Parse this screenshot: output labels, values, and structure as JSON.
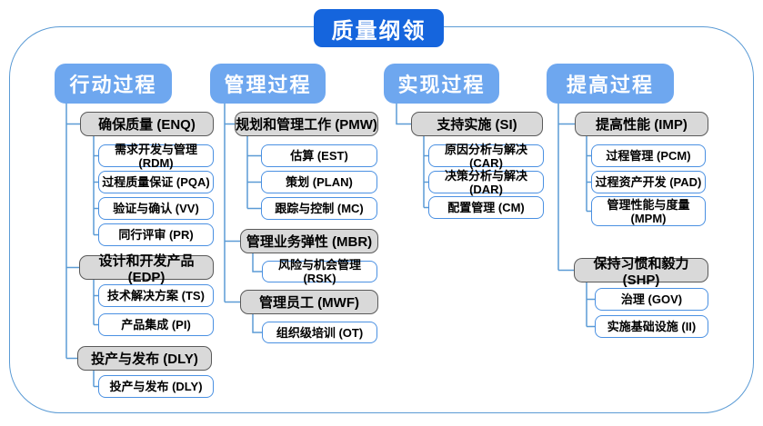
{
  "title": "质量纲领",
  "colors": {
    "title_fill": "#1565dd",
    "header_fill": "#6ea7ef",
    "connector": "#5b9bd5",
    "leaf_border": "#4a90e2",
    "group_fill": "#d9d9d9",
    "group_border": "#595959"
  },
  "diagram": {
    "columns": [
      {
        "header": "行动过程",
        "groups": [
          {
            "label": "确保质量 (ENQ)",
            "children": [
              "需求开发与管理 (RDM)",
              "过程质量保证 (PQA)",
              "验证与确认 (VV)",
              "同行评审 (PR)"
            ]
          },
          {
            "label": "设计和开发产品 (EDP)",
            "children": [
              "技术解决方案 (TS)",
              "产品集成 (PI)"
            ]
          },
          {
            "label": "投产与发布 (DLY)",
            "children": [
              "投产与发布 (DLY)"
            ]
          }
        ]
      },
      {
        "header": "管理过程",
        "groups": [
          {
            "label": "规划和管理工作 (PMW)",
            "children": [
              "估算 (EST)",
              "策划 (PLAN)",
              "跟踪与控制 (MC)"
            ]
          },
          {
            "label": "管理业务弹性 (MBR)",
            "children": [
              "风险与机会管理 (RSK)"
            ]
          },
          {
            "label": "管理员工 (MWF)",
            "children": [
              "组织级培训 (OT)"
            ]
          }
        ]
      },
      {
        "header": "实现过程",
        "groups": [
          {
            "label": "支持实施 (SI)",
            "children": [
              "原因分析与解决 (CAR)",
              "决策分析与解决 (DAR)",
              "配置管理 (CM)"
            ]
          }
        ]
      },
      {
        "header": "提高过程",
        "groups": [
          {
            "label": "提高性能 (IMP)",
            "children": [
              "过程管理 (PCM)",
              "过程资产开发 (PAD)",
              "管理性能与度量 (MPM)"
            ]
          },
          {
            "label": "保持习惯和毅力 (SHP)",
            "children": [
              "治理 (GOV)",
              "实施基础设施 (II)"
            ]
          }
        ]
      }
    ]
  }
}
